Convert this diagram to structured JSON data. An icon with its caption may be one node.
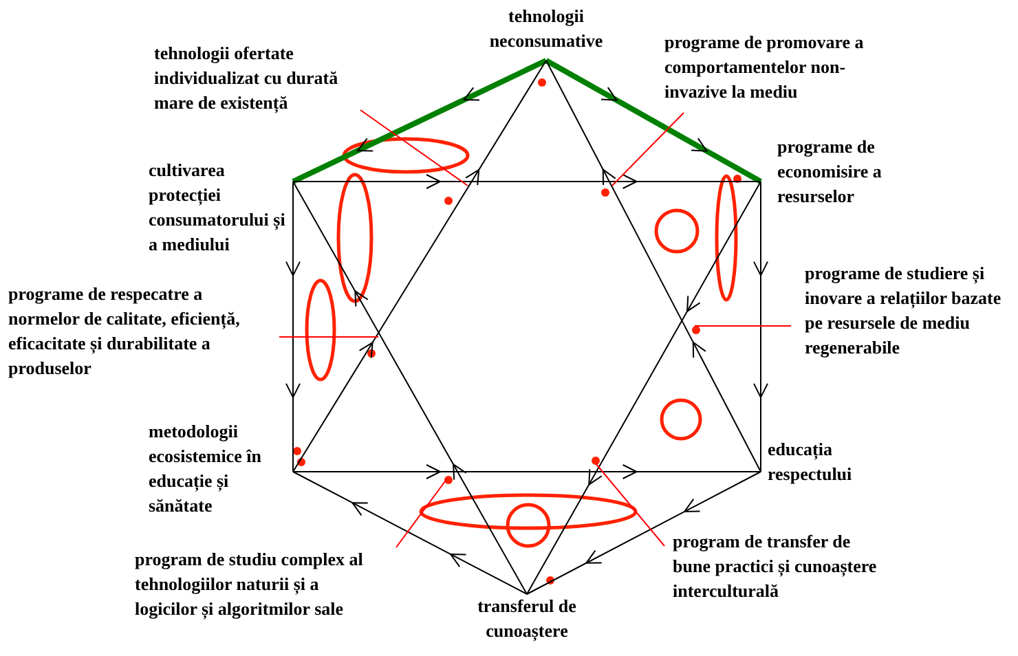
{
  "diagram": {
    "nodes": [
      {
        "text": [
          "tehnologii neconsumative"
        ]
      },
      {
        "text": [
          "tehnologii ofertate individualizat cu durată mare de existență"
        ]
      },
      {
        "text": [
          "programe de promovare a comportamentelor non-invazive la mediu"
        ]
      },
      {
        "text": [
          "cultivarea protecției consumatorului și a mediului"
        ]
      },
      {
        "text": [
          "programe de economisire a resurselor"
        ]
      },
      {
        "text": [
          "programe de studiere și inovare a relațiilor bazate pe resursele de mediu regenerabile"
        ]
      },
      {
        "text": [
          "programe de respecatre a normelor de calitate, eficiență, eficacitate și durabilitate a produselor"
        ]
      },
      {
        "text": [
          "metodologii ecosistemice în educație și sănătate"
        ]
      },
      {
        "text": [
          "educația respectului"
        ]
      },
      {
        "text": [
          "program de transfer de bune practici și cunoaștere interculturală"
        ]
      },
      {
        "text": [
          "program de studiu complex al tehnologiilor naturii și a logicilor și algoritmilor sale"
        ]
      },
      {
        "text": [
          "transferul de cunoaștere"
        ]
      }
    ],
    "edges": [
      {
        "from": 0,
        "to": 3,
        "arrow": "to",
        "style": "thick",
        "color": "#008000"
      },
      {
        "from": 0,
        "to": 4,
        "arrow": "to",
        "style": "thick",
        "color": "#008000"
      },
      {
        "from": 3,
        "to": 4,
        "arrow": "to"
      },
      {
        "from": 3,
        "to": 7,
        "arrow": "to"
      },
      {
        "from": 4,
        "to": 8,
        "arrow": "to"
      },
      {
        "from": 7,
        "to": 8,
        "arrow": "to"
      },
      {
        "from": 11,
        "to": 3,
        "arrow": "to"
      },
      {
        "from": 4,
        "to": 11,
        "arrow": "to"
      },
      {
        "from": 8,
        "to": 0,
        "arrow": "to"
      },
      {
        "from": 7,
        "to": 0,
        "arrow": "to"
      },
      {
        "from": 11,
        "to": 7,
        "arrow": "to"
      },
      {
        "from": 8,
        "to": 11,
        "arrow": "to"
      },
      {
        "from": 1,
        "to": null,
        "arrow": "none",
        "color": "#ff0000"
      },
      {
        "from": 2,
        "to": null,
        "arrow": "none",
        "color": "#ff0000"
      },
      {
        "from": 6,
        "to": null,
        "arrow": "none",
        "color": "#ff0000"
      },
      {
        "from": 5,
        "to": null,
        "arrow": "none",
        "color": "#ff0000"
      },
      {
        "from": 10,
        "to": null,
        "arrow": "none",
        "color": "#ff0000"
      },
      {
        "from": 9,
        "to": null,
        "arrow": "none",
        "color": "#ff0000"
      }
    ]
  }
}
